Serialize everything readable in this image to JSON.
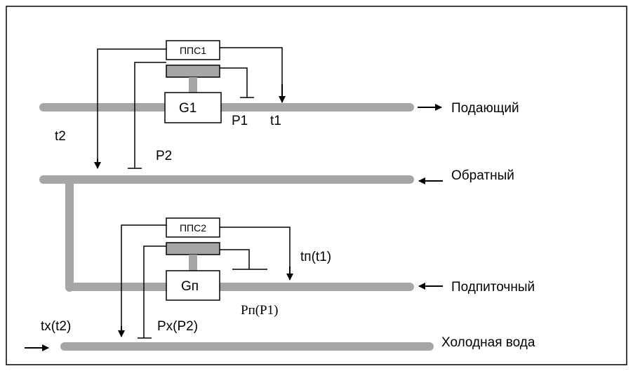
{
  "pipes": {
    "supply": "Подающий",
    "return": "Обратный",
    "makeup": "Подпиточный",
    "cold": "Холодная вода"
  },
  "devices": {
    "pps1": "ППС1",
    "pps2": "ППС2",
    "g1": "G1",
    "gp": "Gп"
  },
  "labels": {
    "p1": "P1",
    "t1": "t1",
    "t2": "t2",
    "p2": "P2",
    "tp": "tп(t1)",
    "pp": "Pп(P1)",
    "tx": "tx(t2)",
    "px": "Px(P2)"
  },
  "colors": {
    "pipe": "#a6a6a6",
    "line": "#000000",
    "frame": "#000000"
  }
}
